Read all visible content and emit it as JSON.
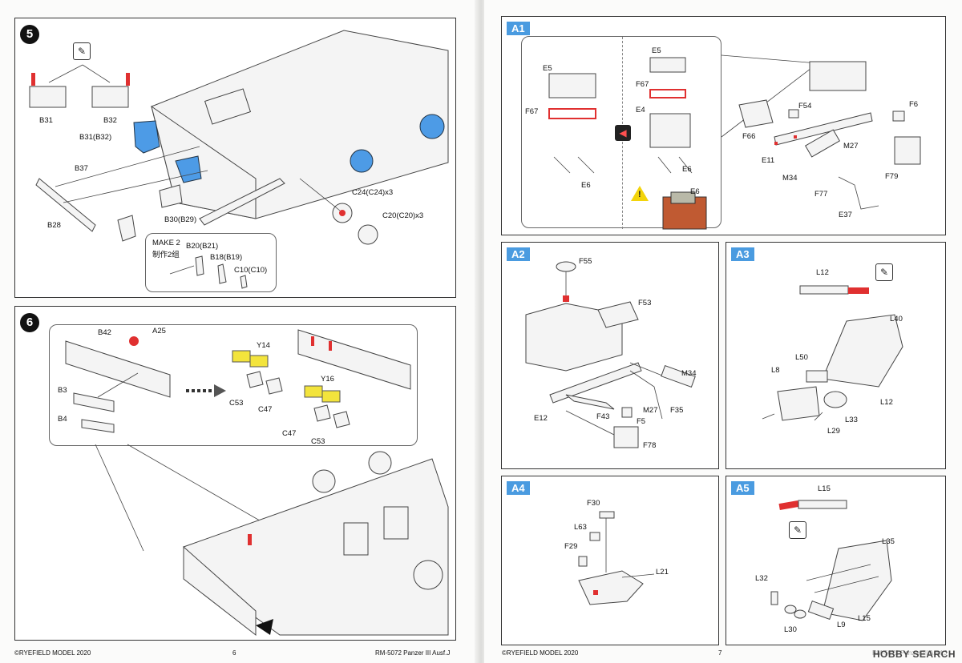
{
  "left_page": {
    "step5": {
      "number": "5",
      "labels": {
        "b31": "B31",
        "b32": "B32",
        "b31b32": "B31(B32)",
        "b37": "B37",
        "b28": "B28",
        "b30b29": "B30(B29)",
        "c24": "C24(C24)x3",
        "c20": "C20(C20)x3",
        "make2_en": "MAKE 2",
        "make2_cn": "制作2组",
        "b20b21": "B20(B21)",
        "b18b19": "B18(B19)",
        "c10c10": "C10(C10)"
      }
    },
    "step6": {
      "number": "6",
      "labels": {
        "b42": "B42",
        "a25": "A25",
        "b3": "B3",
        "b4": "B4",
        "y14": "Y14",
        "y16": "Y16",
        "c53a": "C53",
        "c47a": "C47",
        "c47b": "C47",
        "c53b": "C53"
      }
    },
    "footer": {
      "copyright": "©RYEFIELD MODEL 2020",
      "page_number": "6",
      "product": "RM-5072 Panzer III Ausf.J"
    }
  },
  "right_page": {
    "a1": {
      "tag": "A1",
      "labels": {
        "e5a": "E5",
        "f67a": "F67",
        "e6a": "E6",
        "e5b": "E5",
        "f67b": "F67",
        "e4": "E4",
        "e6b": "E6",
        "e6c": "E6",
        "f54": "F54",
        "f6": "F6",
        "f66": "F66",
        "m27": "M27",
        "e11": "E11",
        "m34": "M34",
        "f79": "F79",
        "f77": "F77",
        "e37": "E37"
      }
    },
    "a2": {
      "tag": "A2",
      "labels": {
        "f55": "F55",
        "f53": "F53",
        "m34": "M34",
        "m27": "M27",
        "f35": "F35",
        "e12": "E12",
        "f43": "F43",
        "f5": "F5",
        "f78": "F78"
      }
    },
    "a3": {
      "tag": "A3",
      "labels": {
        "l12a": "L12",
        "l40": "L40",
        "l50": "L50",
        "l8": "L8",
        "l12b": "L12",
        "l33": "L33",
        "l29": "L29"
      }
    },
    "a4": {
      "tag": "A4",
      "labels": {
        "f30": "F30",
        "l63": "L63",
        "f29": "F29",
        "l21": "L21"
      }
    },
    "a5": {
      "tag": "A5",
      "labels": {
        "l15a": "L15",
        "l35": "L35",
        "l32": "L32",
        "l30": "L30",
        "l9": "L9",
        "l15b": "L15"
      }
    },
    "footer": {
      "copyright": "©RYEFIELD MODEL 2020",
      "page_number": "7",
      "product": "RM-5072 Panzer III Ausf.J"
    },
    "watermark": "HOBBY SEARCH"
  },
  "icons": {
    "pencil": "pencil-icon",
    "warning": "warning-icon",
    "reverse": "reverse-arrow-icon"
  },
  "colors": {
    "step_tag": "#4a9be0",
    "highlight_blue": "#4d9be6",
    "highlight_red": "#e03030",
    "photo_etch_yellow": "#f3e43c"
  }
}
